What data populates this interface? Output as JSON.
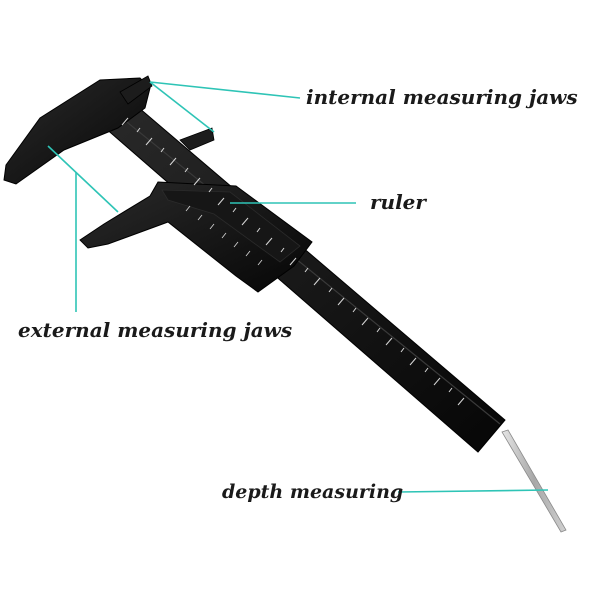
{
  "labels": {
    "internal_jaws": "internal measuring jaws",
    "ruler": "ruler",
    "external_jaws": "external measuring jaws",
    "depth": "depth measuring"
  },
  "colors": {
    "leader_line": "#2ec4b6",
    "body": "#111111",
    "scale_marks": "#d9d9d9",
    "depth_rod": "#bfbfbf"
  },
  "icons": {
    "caliper": "vernier-caliper-illustration"
  }
}
